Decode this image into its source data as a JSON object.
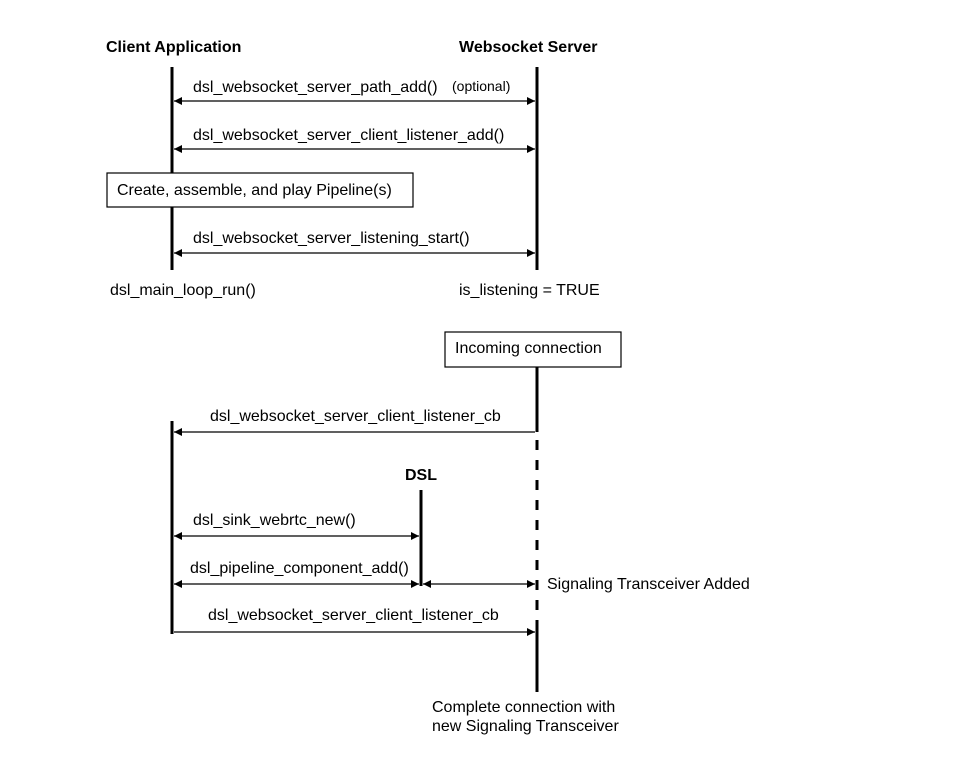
{
  "participants": {
    "client": "Client Application",
    "server": "Websocket Server",
    "dsl": "DSL"
  },
  "setup": {
    "msg_path_add": "dsl_websocket_server_path_add()",
    "msg_path_add_note": "(optional)",
    "msg_client_listener_add": "dsl_websocket_server_client_listener_add()",
    "box_pipelines": "Create, assemble, and play Pipeline(s)",
    "msg_listening_start": "dsl_websocket_server_listening_start()",
    "client_state": "dsl_main_loop_run()",
    "server_state": "is_listening = TRUE"
  },
  "connection": {
    "box_incoming": "Incoming connection",
    "msg_listener_cb_1": "dsl_websocket_server_client_listener_cb",
    "msg_sink_new": "dsl_sink_webrtc_new()",
    "msg_component_add": "dsl_pipeline_component_add()",
    "note_transceiver_added": "Signaling Transceiver Added",
    "msg_listener_cb_2": "dsl_websocket_server_client_listener_cb",
    "complete_line1": "Complete connection with",
    "complete_line2": "new Signaling Transceiver"
  }
}
